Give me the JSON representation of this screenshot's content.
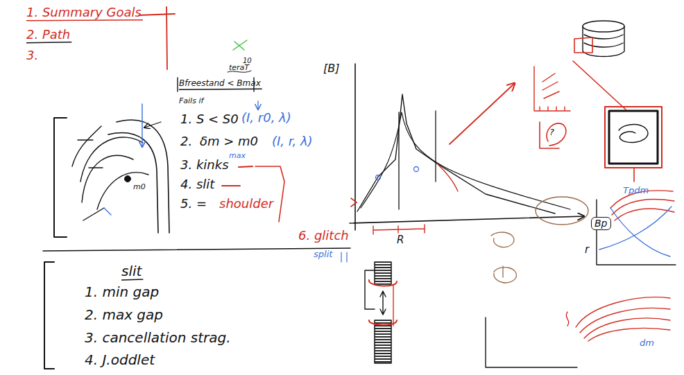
{
  "diagram": {
    "nodes": [
      {
        "text": [
          "Bp"
        ]
      }
    ],
    "labels": [
      "1. Summary Goals",
      "2. Path",
      "3.",
      "10",
      "teraT",
      "Bfreestand < Bmax",
      "Fails if",
      "1. S < S0",
      "(I, r0, λ)",
      "2.",
      "δm > m0",
      "max",
      "(I, r, λ)",
      "3. kinks",
      "4. slit",
      "5. =",
      "shoulder",
      "6. glitch",
      "split",
      "[B]",
      "R",
      "r",
      "Tpdm",
      "dm",
      "?",
      "slit",
      "1. min gap",
      "2. max gap",
      "3. cancellation strag.",
      "4. J.oddlet",
      "m0"
    ]
  }
}
